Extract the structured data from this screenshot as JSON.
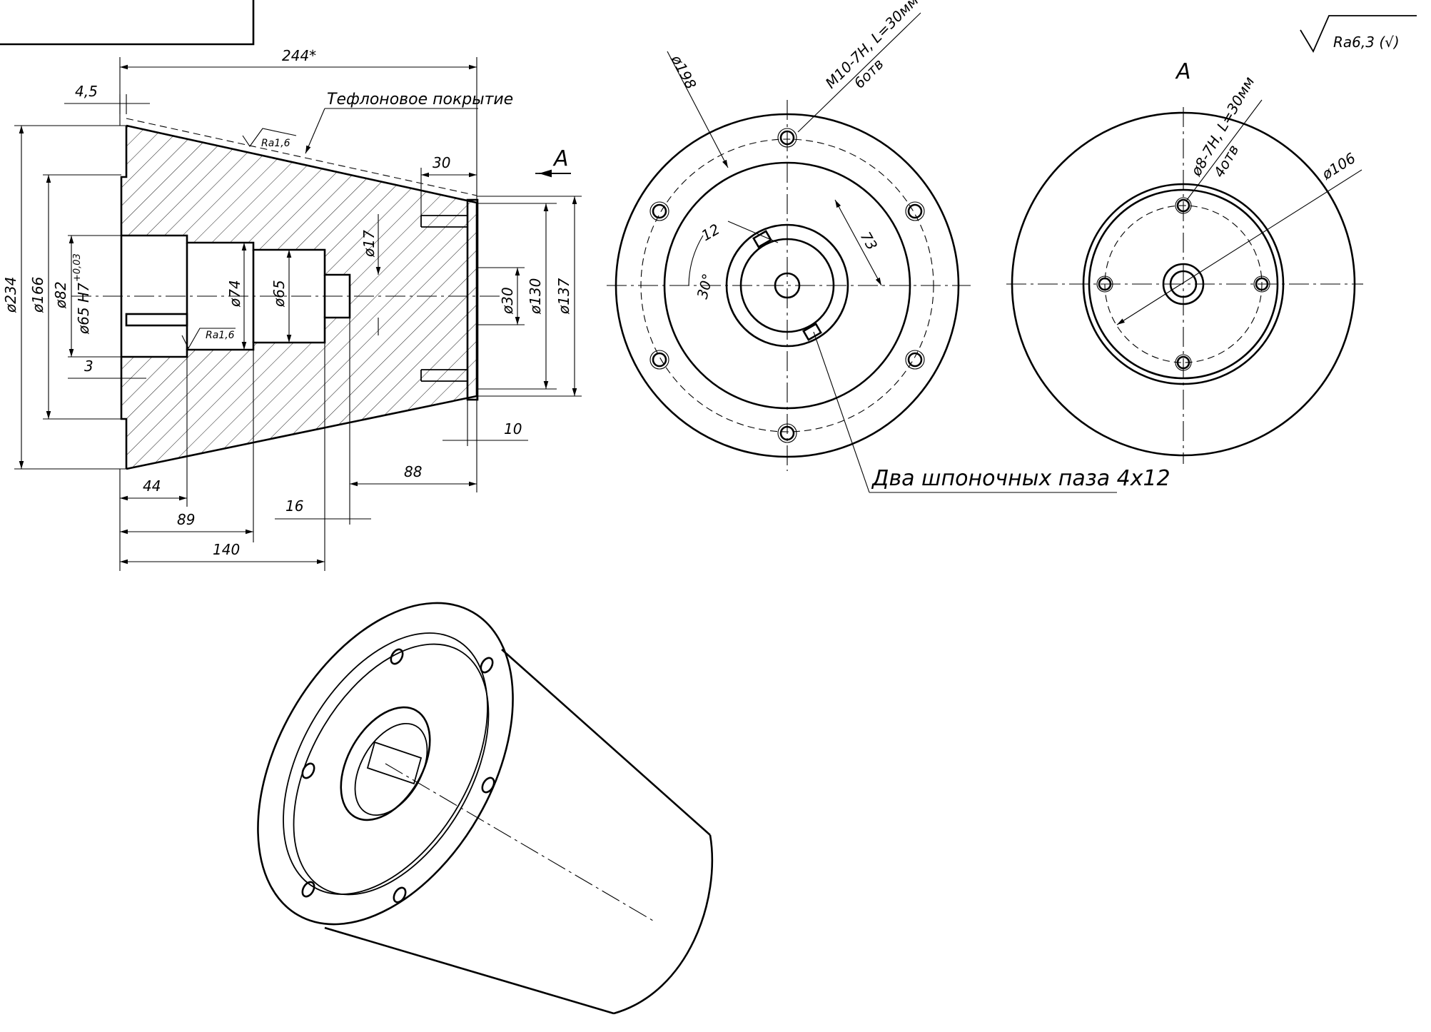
{
  "title_frame": {
    "text": ""
  },
  "surface_finish": {
    "general": "Ra6,3 (√)"
  },
  "section_view": {
    "coating_note": "Тефлоновое покрытие",
    "roughness": [
      "Ra1,6",
      "Ra1,6"
    ],
    "view_marker": "А",
    "dims": {
      "overall_length": "244*",
      "flange_step": "4,5",
      "groove_depth": "3",
      "bore_step": "30",
      "d234": "ø234",
      "d166": "ø166",
      "d82": "ø82",
      "d65_h7": "ø65 H7",
      "tol": "+0,03",
      "d74": "ø74",
      "d65": "ø65",
      "d17": "ø17",
      "d30": "ø30",
      "d130": "ø130",
      "d137": "ø137",
      "len10": "10",
      "len88": "88",
      "len44": "44",
      "len89": "89",
      "len16": "16",
      "len140": "140"
    }
  },
  "end_view_left": {
    "d198": "ø198",
    "thread_note": "М10-7H, L=30мм",
    "thread_count": "6отв",
    "key_width": "12",
    "key_dim": "73",
    "angle": "30°",
    "keyway_note": "Два шпоночных паза 4x12"
  },
  "end_view_right": {
    "view_label": "А",
    "thread_note": "ø8-7H, L=30мм",
    "thread_count": "4отв",
    "d106": "ø106"
  },
  "isometric": {
    "label": ""
  }
}
